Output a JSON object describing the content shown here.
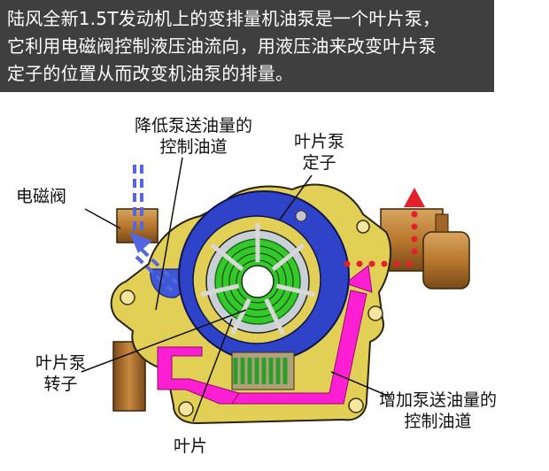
{
  "caption": {
    "lines": [
      "陆风全新1.5T发动机上的变排量机油泵是一个叶片泵，",
      "它利用电磁阀控制液压油流向，用液压油来改变叶片泵",
      "定子的位置从而改变机油泵的排量。"
    ]
  },
  "labels": {
    "reduce_channel": [
      "降低泵送油量的",
      "控制油道"
    ],
    "stator": [
      "叶片泵",
      "定子"
    ],
    "solenoid_valve": "电磁阀",
    "rotor": [
      "叶片泵",
      "转子"
    ],
    "vane": "叶片",
    "increase_channel": [
      "增加泵送油量的",
      "控制油道"
    ]
  },
  "colors": {
    "housing": "#e2cf55",
    "stator": "#2f43c9",
    "rotor": "#33c92a",
    "channel_increase": "#ff1fd2",
    "channel_reduce": "#3e58d8",
    "pipe": "#b8782e",
    "red_flow": "#e4202a",
    "caption_bg": "#3f3f3f"
  }
}
